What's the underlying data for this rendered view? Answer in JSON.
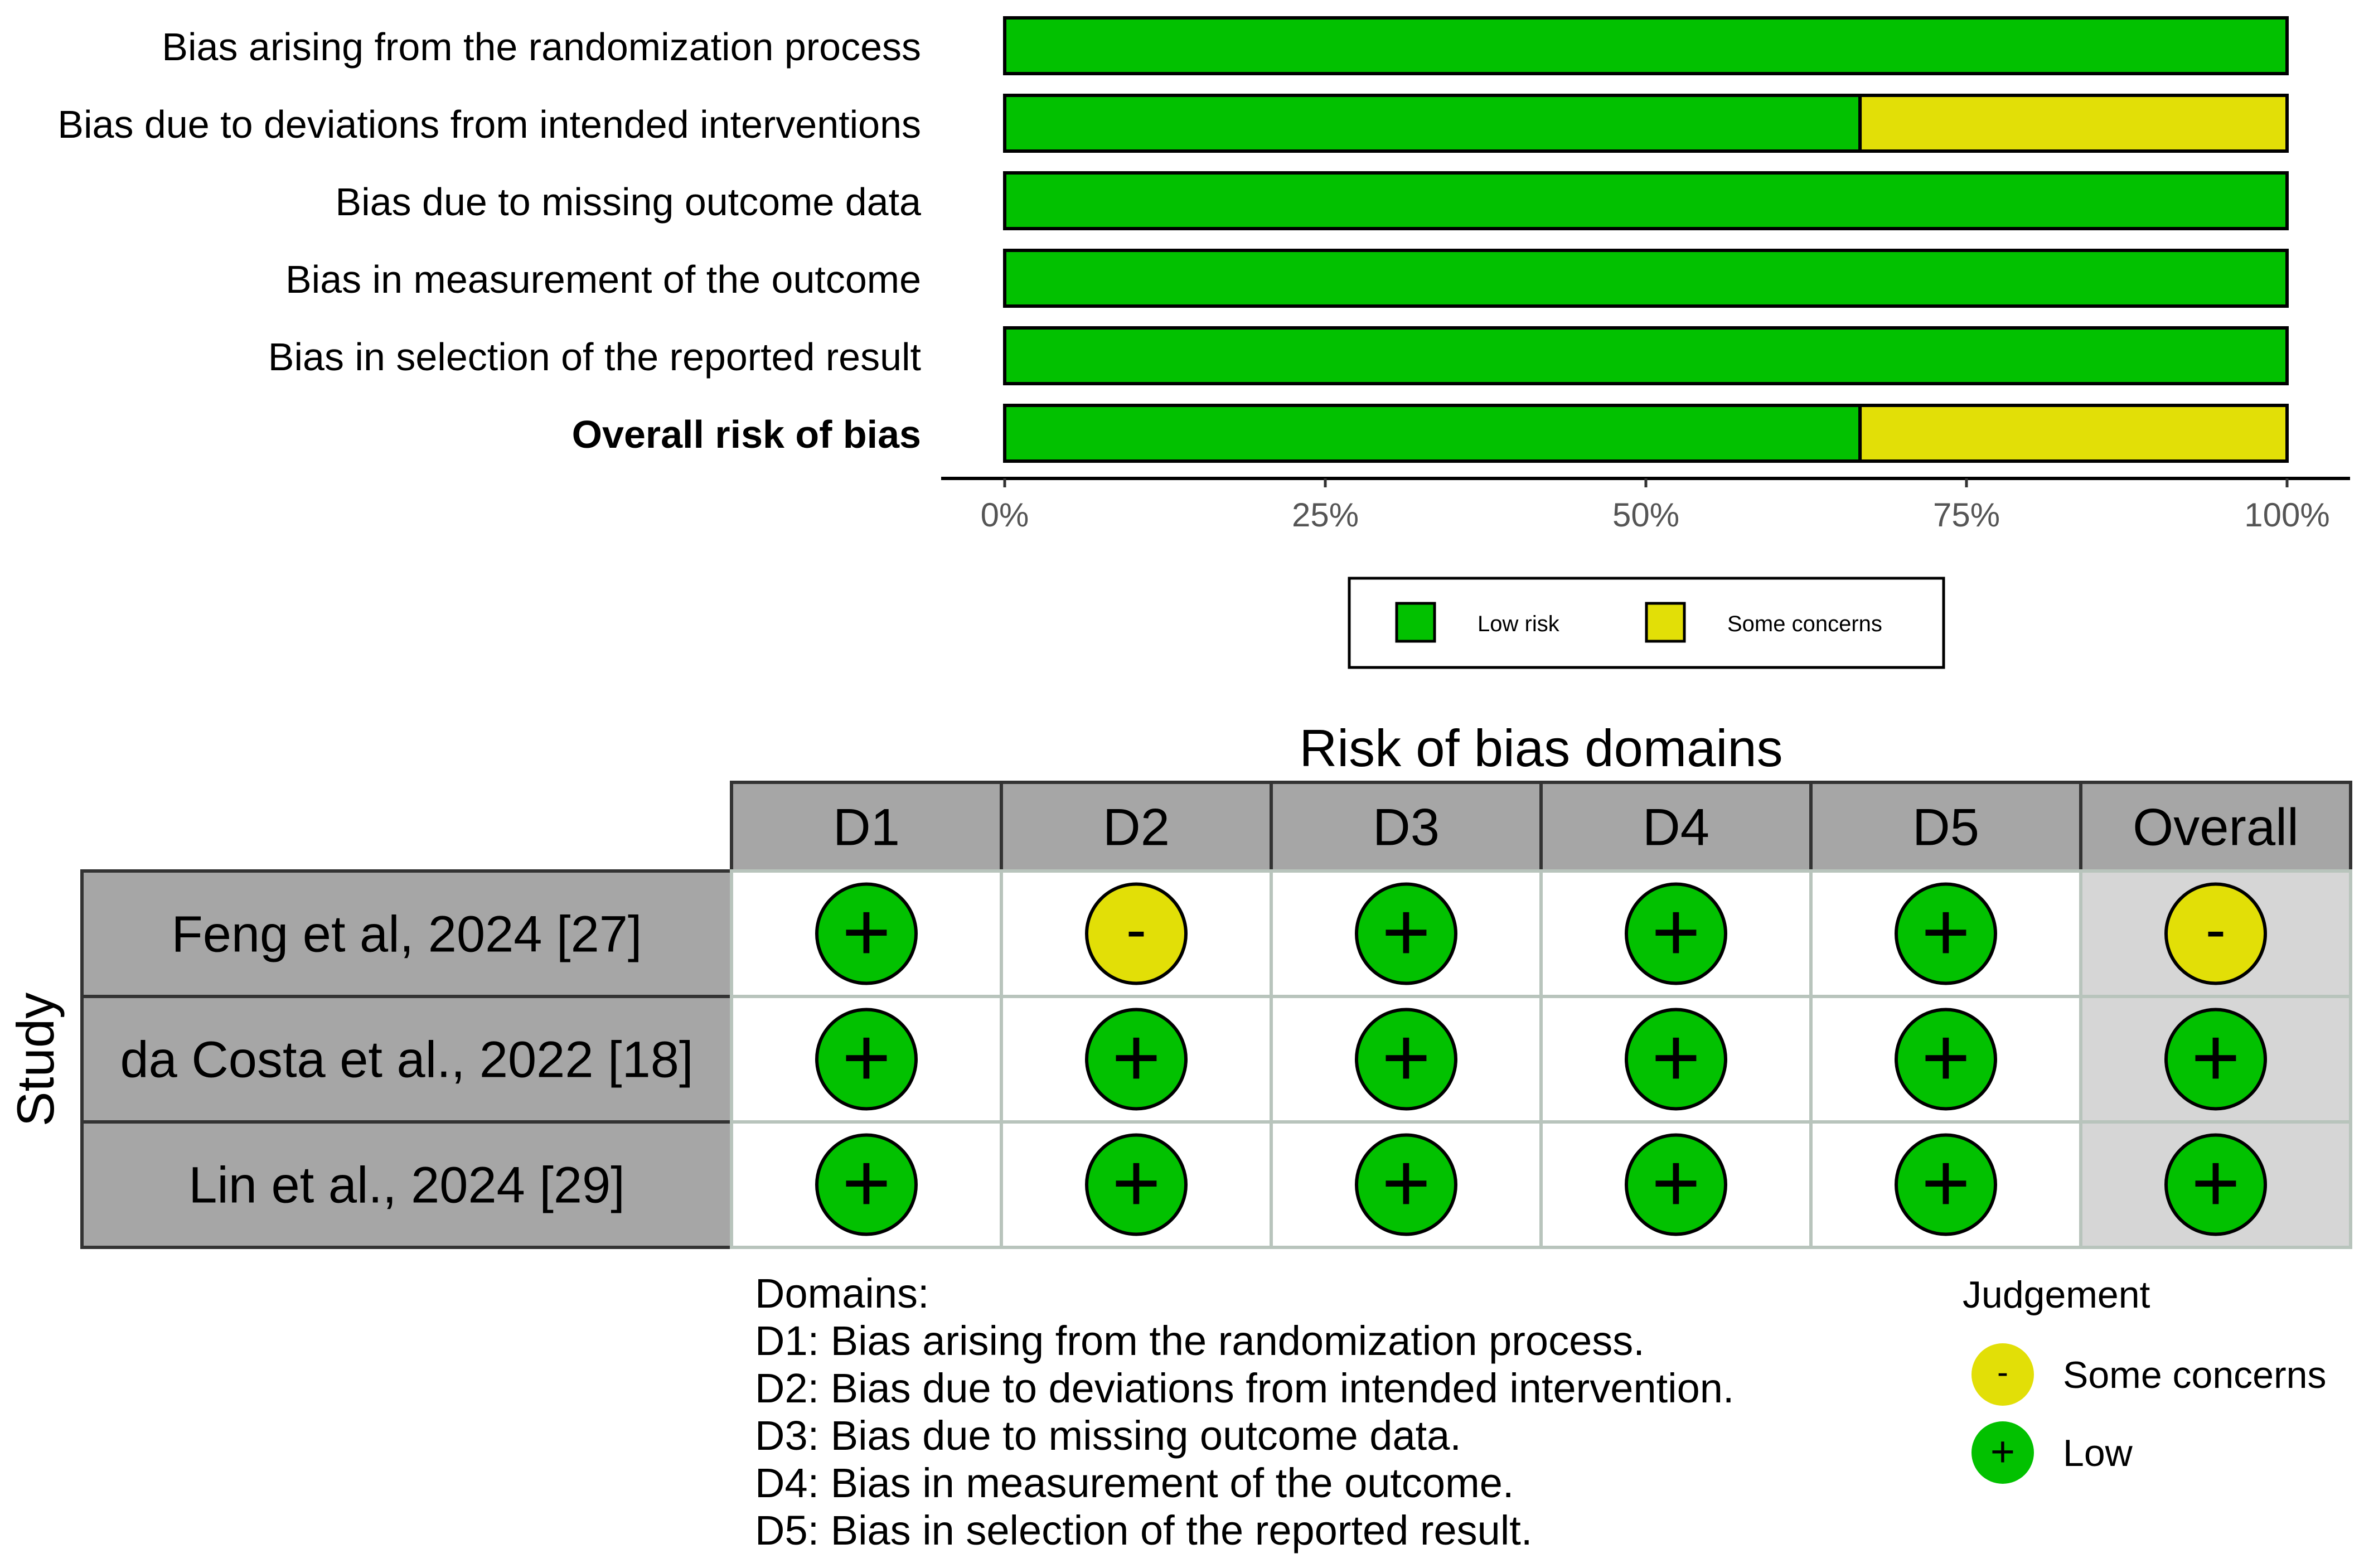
{
  "chart_data": [
    {
      "type": "bar",
      "orientation": "horizontal",
      "stacked": true,
      "categories": [
        "Bias arising from the randomization process",
        "Bias due to deviations from intended interventions",
        "Bias due to missing outcome data",
        "Bias in measurement of the outcome",
        "Bias in selection of the reported result",
        "Overall risk of bias"
      ],
      "series": [
        {
          "name": "Low risk",
          "color": "#02C100",
          "values": [
            100,
            66.7,
            100,
            100,
            100,
            66.7
          ]
        },
        {
          "name": "Some concerns",
          "color": "#E2DF07",
          "values": [
            0,
            33.3,
            0,
            0,
            0,
            33.3
          ]
        }
      ],
      "xlim": [
        0,
        100
      ],
      "x_ticks": [
        "0%",
        "25%",
        "50%",
        "75%",
        "100%"
      ],
      "legend": [
        "Low risk",
        "Some concerns"
      ],
      "legend_position": "bottom",
      "grid": false
    },
    {
      "type": "table",
      "title": "Risk of bias domains",
      "ylabel": "Study",
      "columns": [
        "D1",
        "D2",
        "D3",
        "D4",
        "D5",
        "Overall"
      ],
      "studies": [
        "Feng et al, 2024 [27]",
        "da Costa et al., 2022 [18]",
        "Lin et al., 2024 [29]"
      ],
      "judgements": [
        [
          "+",
          "-",
          "+",
          "+",
          "+",
          "-"
        ],
        [
          "+",
          "+",
          "+",
          "+",
          "+",
          "+"
        ],
        [
          "+",
          "+",
          "+",
          "+",
          "+",
          "+"
        ]
      ],
      "domains_heading": "Domains:",
      "domains": [
        "D1: Bias arising from the randomization process.",
        "D2: Bias due to deviations from intended intervention.",
        "D3: Bias due to missing outcome data.",
        "D4: Bias in measurement of the outcome.",
        "D5: Bias in selection of the reported result."
      ],
      "legend_title": "Judgement",
      "legend": [
        {
          "symbol": "-",
          "label": "Some concerns",
          "color": "#E2DF07"
        },
        {
          "symbol": "+",
          "label": "Low",
          "color": "#02C100"
        }
      ]
    }
  ]
}
